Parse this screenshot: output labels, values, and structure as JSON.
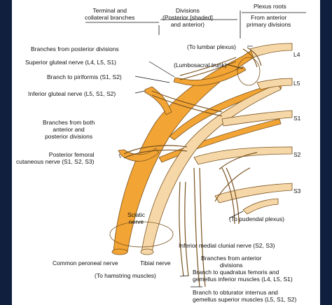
{
  "header": {
    "terminal": "Terminal and\ncollateral branches",
    "divisions": "Divisions\n(Posterior [shaded]\nand anterior)",
    "plexus_roots": "Plexus roots",
    "from_anterior": "From anterior\nprimary divisions"
  },
  "roots": {
    "l4": "L4",
    "l5": "L5",
    "s1": "S1",
    "s2": "S2",
    "s3": "S3"
  },
  "labels": {
    "posterior_divisions": "Branches from posterior divisions",
    "superior_gluteal": "Superior gluteal nerve (L4, L5, S1)",
    "piriformis": "Branch to piriformis (S1, S2)",
    "inferior_gluteal": "Inferior gluteal nerve (L5, S1, S2)",
    "both_divisions": "Branches from both\nanterior and\nposterior divisions",
    "posterior_femoral": "Posterior femoral\ncutaneous nerve (S1, S2, S3)",
    "to_lumbar": "(To lumbar plexus)",
    "lumbosacral": "(Lumbosacral trunk)",
    "sciatic": "Sciatic\nnerve",
    "to_pudendal": "(To pudendal plexus)",
    "inferior_medial_clunial": "Inferior medial clunial nerve (S2, S3)",
    "anterior_divisions": "Branches from anterior\ndivisions",
    "common_peroneal": "Common peroneal nerve",
    "tibial": "Tibial nerve",
    "hamstring": "(To hamstring muscles)",
    "quadratus": "Branch to quadratus femoris and\ngemellus inferior muscles (L4, L5, S1)",
    "obturator": "Branch to obturator internus and\ngemellus superior muscles (L5, S1, S2)"
  },
  "colors": {
    "posterior": "#f2a434",
    "anterior": "#f6d8a8",
    "outline": "#7a5320",
    "background": "#0f1f3d"
  }
}
